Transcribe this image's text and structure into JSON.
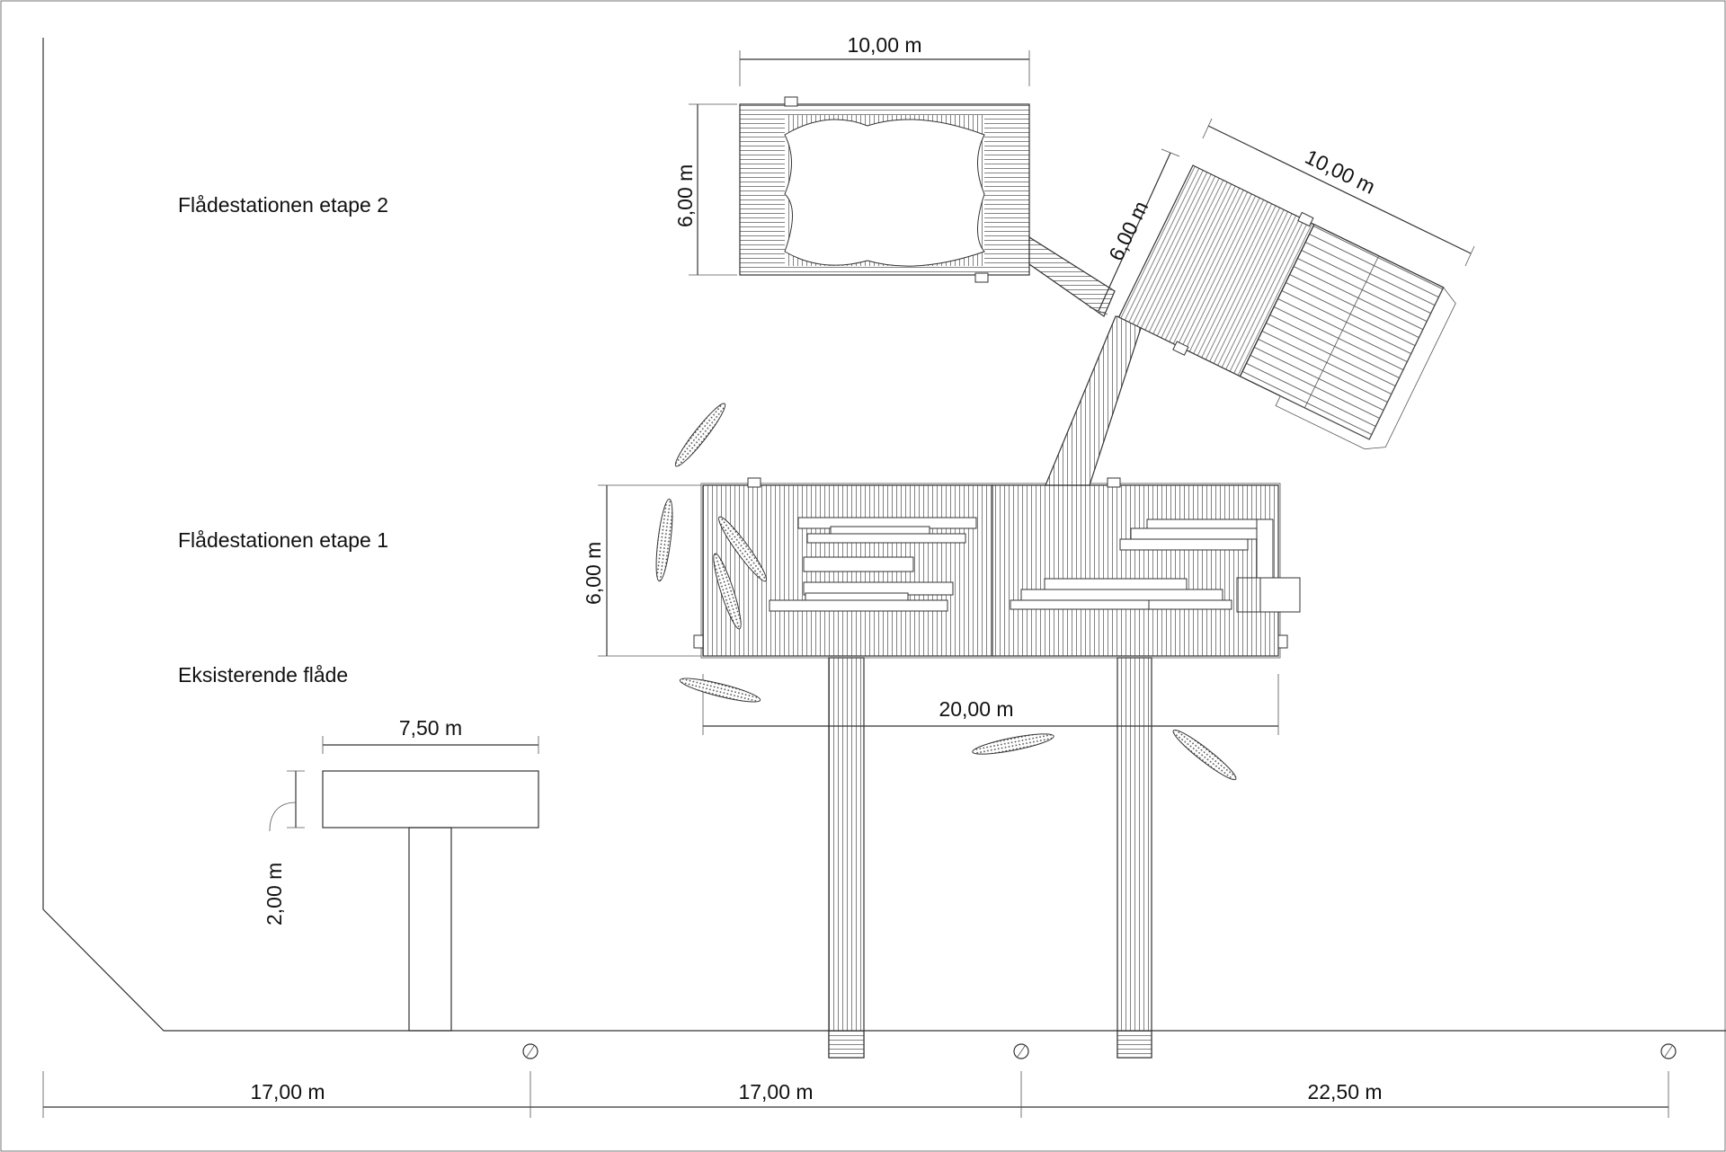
{
  "labels": {
    "stage2": "Flådestationen etape 2",
    "stage1": "Flådestationen etape 1",
    "existing": "Eksisterende flåde"
  },
  "dimensions": {
    "stage2_width": "10,00 m",
    "stage2_depth": "6,00 m",
    "angled_width": "10,00 m",
    "angled_depth": "6,00 m",
    "stage1_depth": "6,00 m",
    "stage1_width": "20,00 m",
    "existing_width": "7,50 m",
    "existing_depth": "2,00 m",
    "baseline_1": "17,00 m",
    "baseline_2": "17,00 m",
    "baseline_3": "22,50 m"
  }
}
